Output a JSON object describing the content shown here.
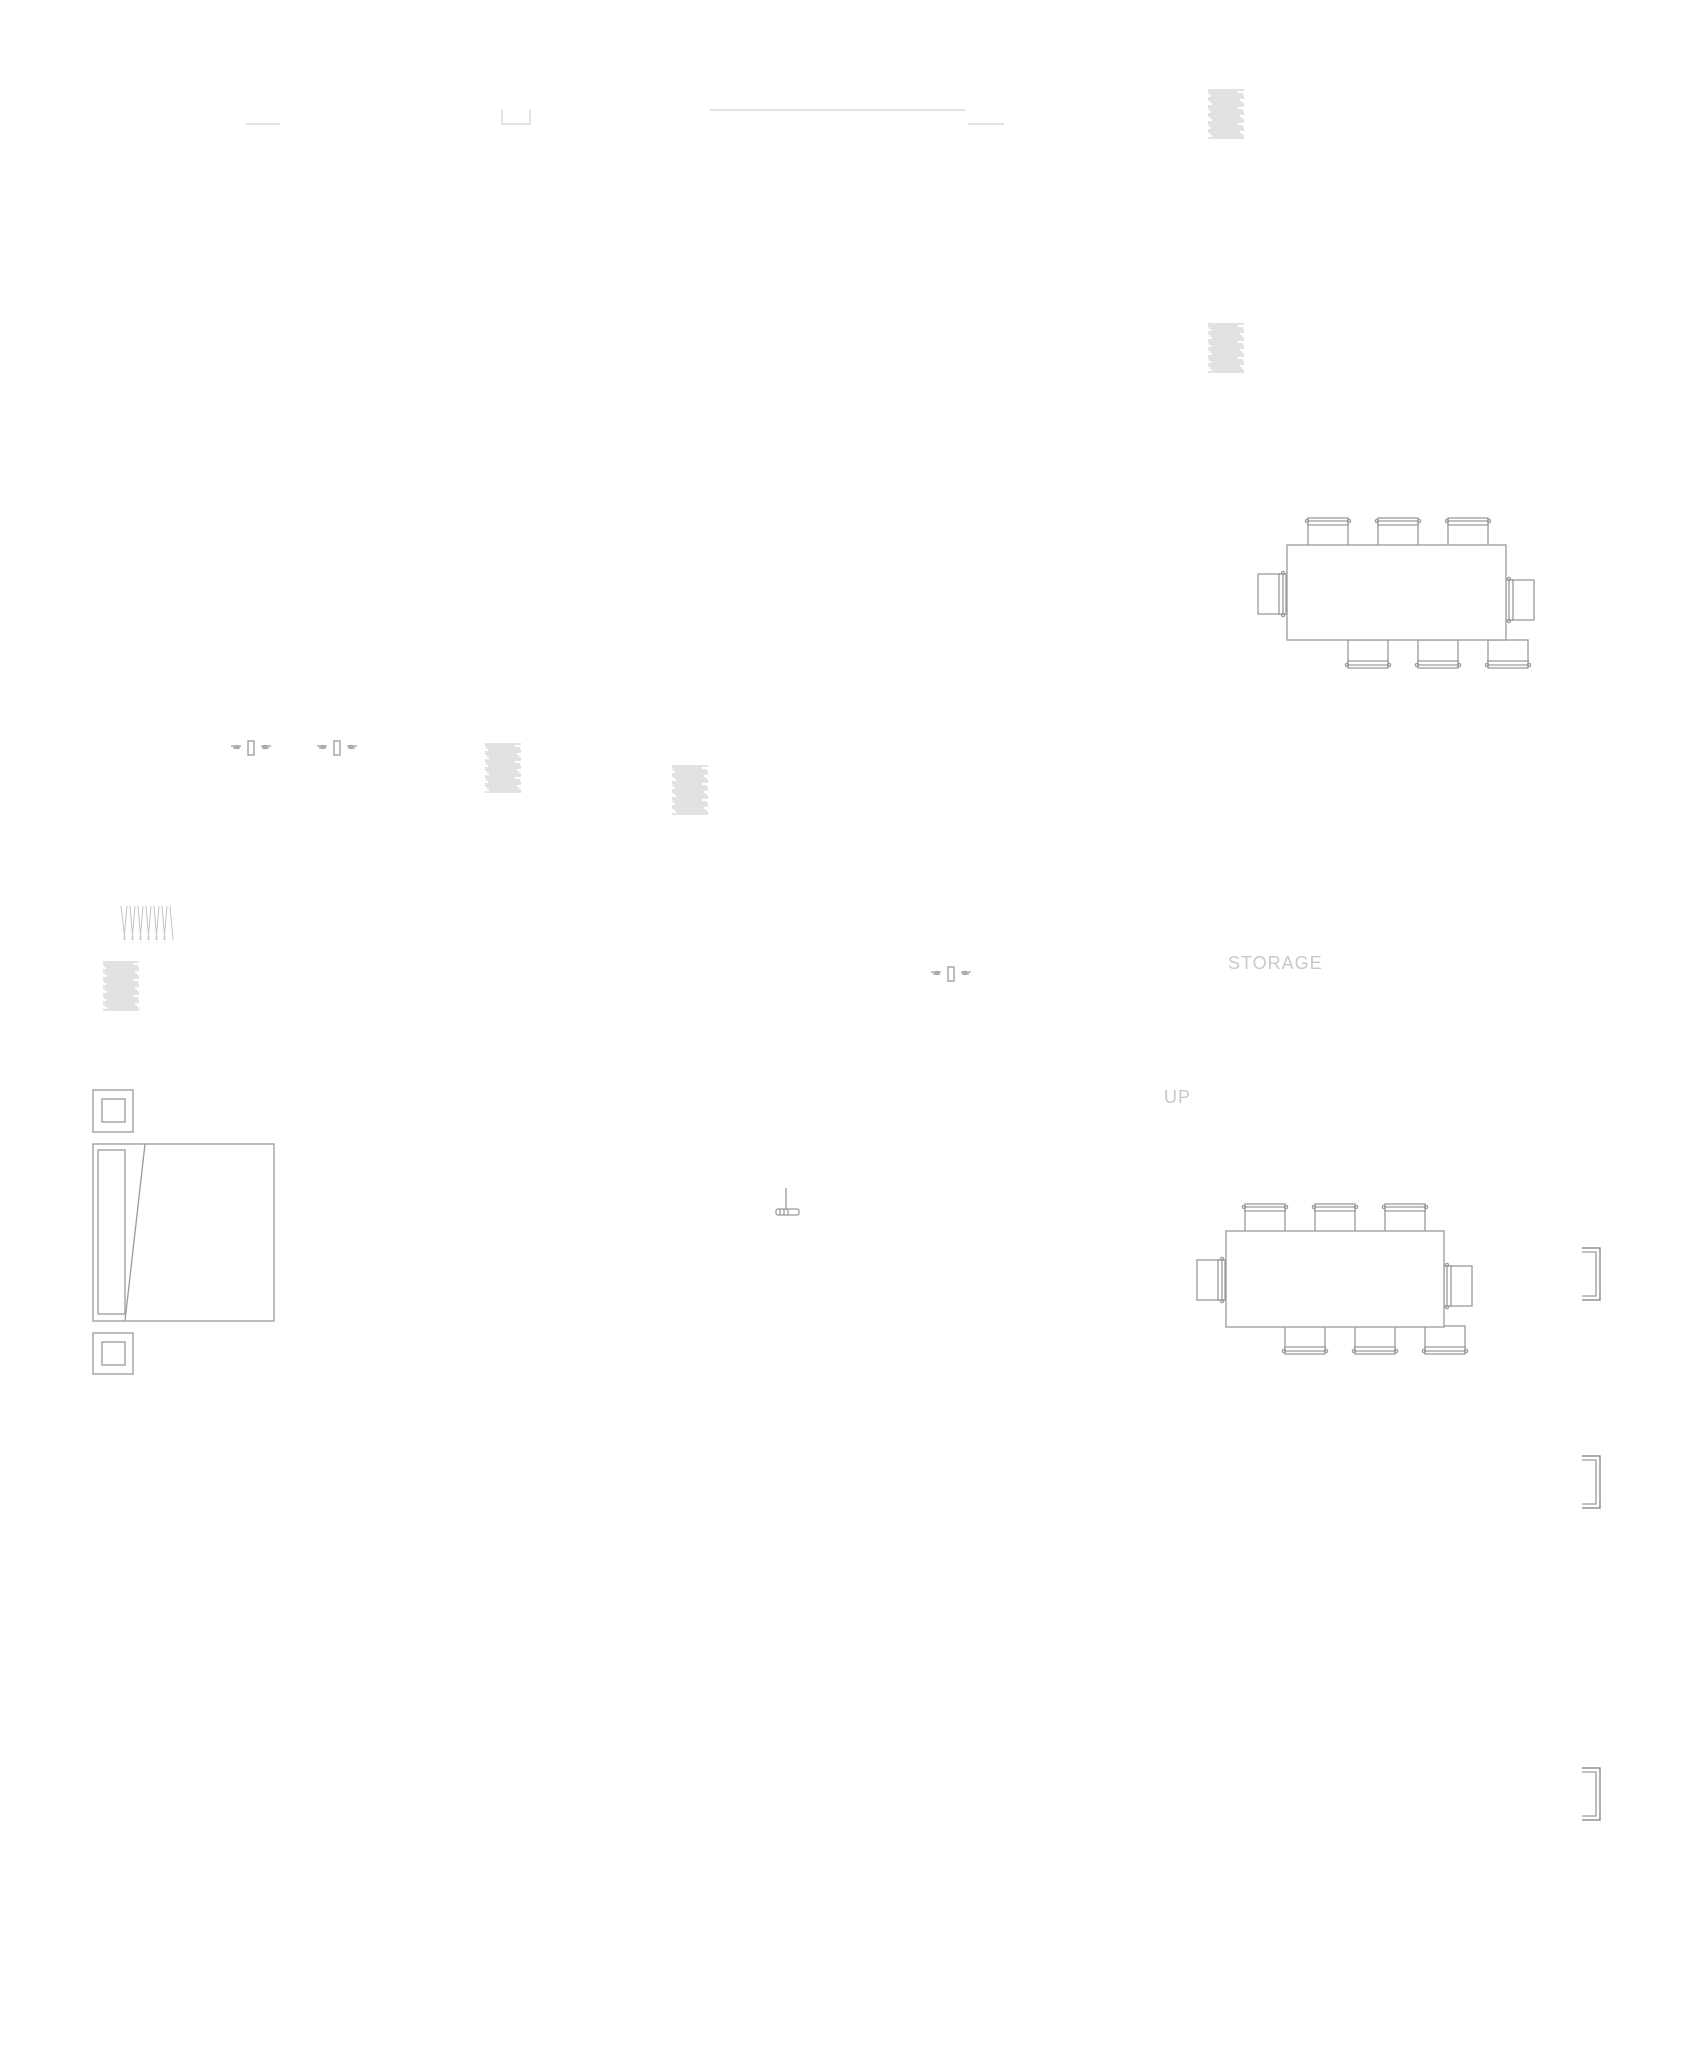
{
  "labels": {
    "storage": "STORAGE",
    "up": "UP"
  },
  "colors": {
    "line": "#9a9a9a",
    "line_light": "#c4c4c4",
    "label": "#c8c8c8",
    "background": "#ffffff"
  },
  "symbols": [
    "dining-table-8-seat",
    "double-bed",
    "nightstand",
    "hatch-swatch",
    "grab-handle",
    "wall-bracket"
  ]
}
